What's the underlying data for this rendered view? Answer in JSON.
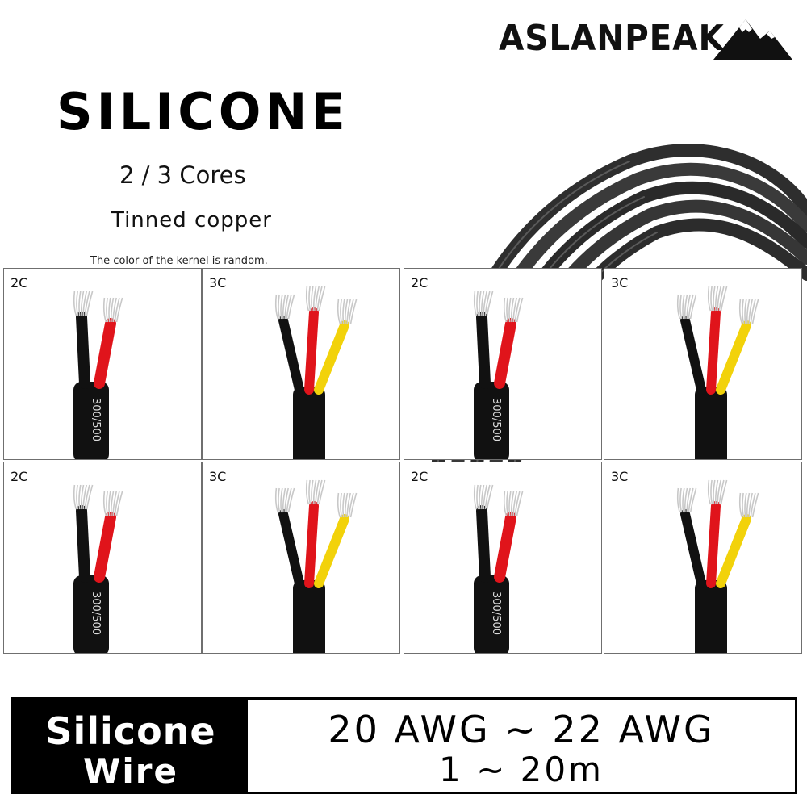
{
  "brand": {
    "name": "ASLANPEAK",
    "logo_icon": "mountain-icon"
  },
  "header": {
    "title": "SILICONE",
    "cores": "2 / 3 Cores",
    "material": "Tinned copper",
    "note": "The color of the kernel is random."
  },
  "cells": [
    {
      "label": "2C",
      "type": "2c"
    },
    {
      "label": "3C",
      "type": "3c"
    },
    {
      "label": "2C",
      "type": "2c"
    },
    {
      "label": "3C",
      "type": "3c"
    },
    {
      "label": "2C",
      "type": "2c"
    },
    {
      "label": "3C",
      "type": "3c"
    },
    {
      "label": "2C",
      "type": "2c"
    },
    {
      "label": "3C",
      "type": "3c"
    }
  ],
  "jacket_print": "300/500",
  "banner": {
    "left_line1": "Silicone",
    "left_line2": "Wire",
    "right_line1": "20 AWG ~ 22 AWG",
    "right_line2": "1 ~ 20m"
  },
  "colors": {
    "black": "#111111",
    "red": "#e0141b",
    "yellow": "#f2d20a",
    "copper": "#c8c8c8"
  }
}
